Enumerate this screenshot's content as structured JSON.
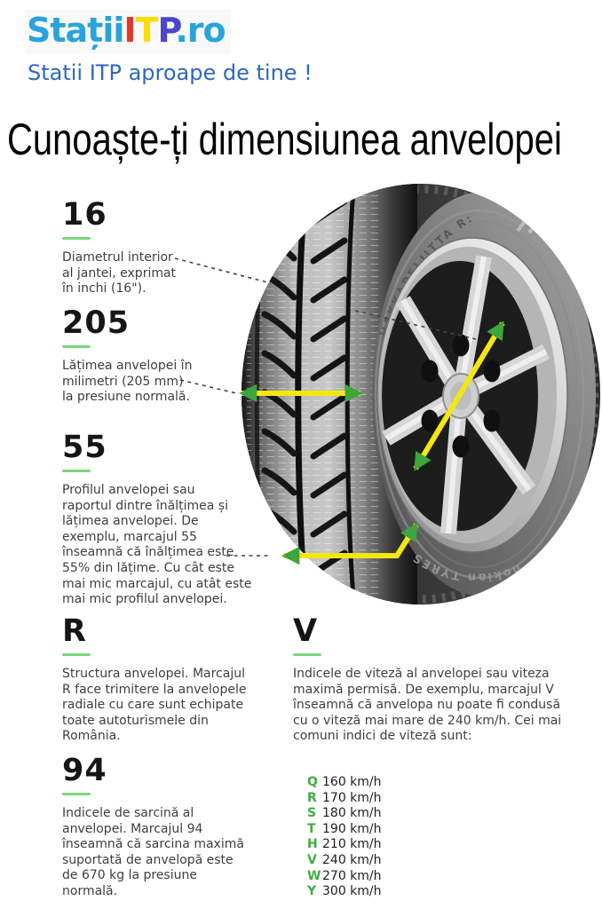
{
  "header": {
    "logo": {
      "statii": "Stații",
      "i": "I",
      "t": "T",
      "p": "P",
      "ro": ".ro"
    },
    "tagline": "Statii ITP aproape de tine !"
  },
  "title": "Cunoaște-ți dimensiunea anvelopei",
  "sections": {
    "s16": {
      "marking": "16",
      "description": [
        "Diametrul interior",
        "al jantei, exprimat",
        "în inchi (16\")."
      ]
    },
    "s205": {
      "marking": "205",
      "description": [
        "Lățimea anvelopei în",
        "milimetri (205 mm)",
        "la presiune normală."
      ]
    },
    "s55": {
      "marking": "55",
      "description": [
        "Profilul anvelopei sau",
        "raportul dintre înălțimea și",
        "lățimea anvelopei. De",
        "exemplu, marcajul 55",
        "înseamnă că înălțimea este",
        "55% din lățime. Cu cât este",
        "mai mic marcajul, cu atât este",
        "mai mic profilul anvelopei."
      ]
    },
    "sR": {
      "marking": "R",
      "description": [
        "Structura anvelopei. Marcajul",
        "R face trimitere la anvelopele",
        "radiale cu care sunt echipate",
        "toate autoturismele din",
        "România."
      ]
    },
    "s94": {
      "marking": "94",
      "description": [
        "Indicele de sarcină al",
        "anvelopei. Marcajul 94",
        "înseamnă că sarcina maximă",
        "suportată de anvelopă este",
        "de 670 kg la presiune",
        "normală."
      ]
    },
    "sV": {
      "marking": "V",
      "description": [
        "Indicele de viteză al anvelopei sau viteza",
        "maximă permisă. De exemplu, marcajul V",
        "înseamnă că anvelopa nu poate fi condusă",
        "cu o viteză mai mare de 240 km/h. Cei mai",
        "comuni indici de viteză sunt:"
      ]
    }
  },
  "speed_index": {
    "rows": [
      {
        "letter": "Q",
        "value": "160 km/h"
      },
      {
        "letter": "R",
        "value": "170 km/h"
      },
      {
        "letter": "S",
        "value": "180 km/h"
      },
      {
        "letter": "T",
        "value": "190 km/h"
      },
      {
        "letter": "H",
        "value": "210 km/h"
      },
      {
        "letter": "V",
        "value": "240 km/h"
      },
      {
        "letter": "W",
        "value": "270 km/h"
      },
      {
        "letter": "Y",
        "value": "300 km/h"
      }
    ]
  },
  "tire": {
    "sidewall_top_text": "HAKKAPELIITTA R:",
    "sidewall_bottom_text": "nokian TYRES"
  },
  "colors": {
    "accent_green": "#3cae3f",
    "underline_green": "#7ad77a",
    "arrow_yellow": "#f3e713",
    "arrow_head_green": "#3ea43c",
    "logo_blue": "#29a3dc",
    "logo_red": "#e13a30",
    "logo_yellow": "#ffdd00",
    "logo_purple": "#4a46ce",
    "tagline_blue": "#2e68c0"
  }
}
